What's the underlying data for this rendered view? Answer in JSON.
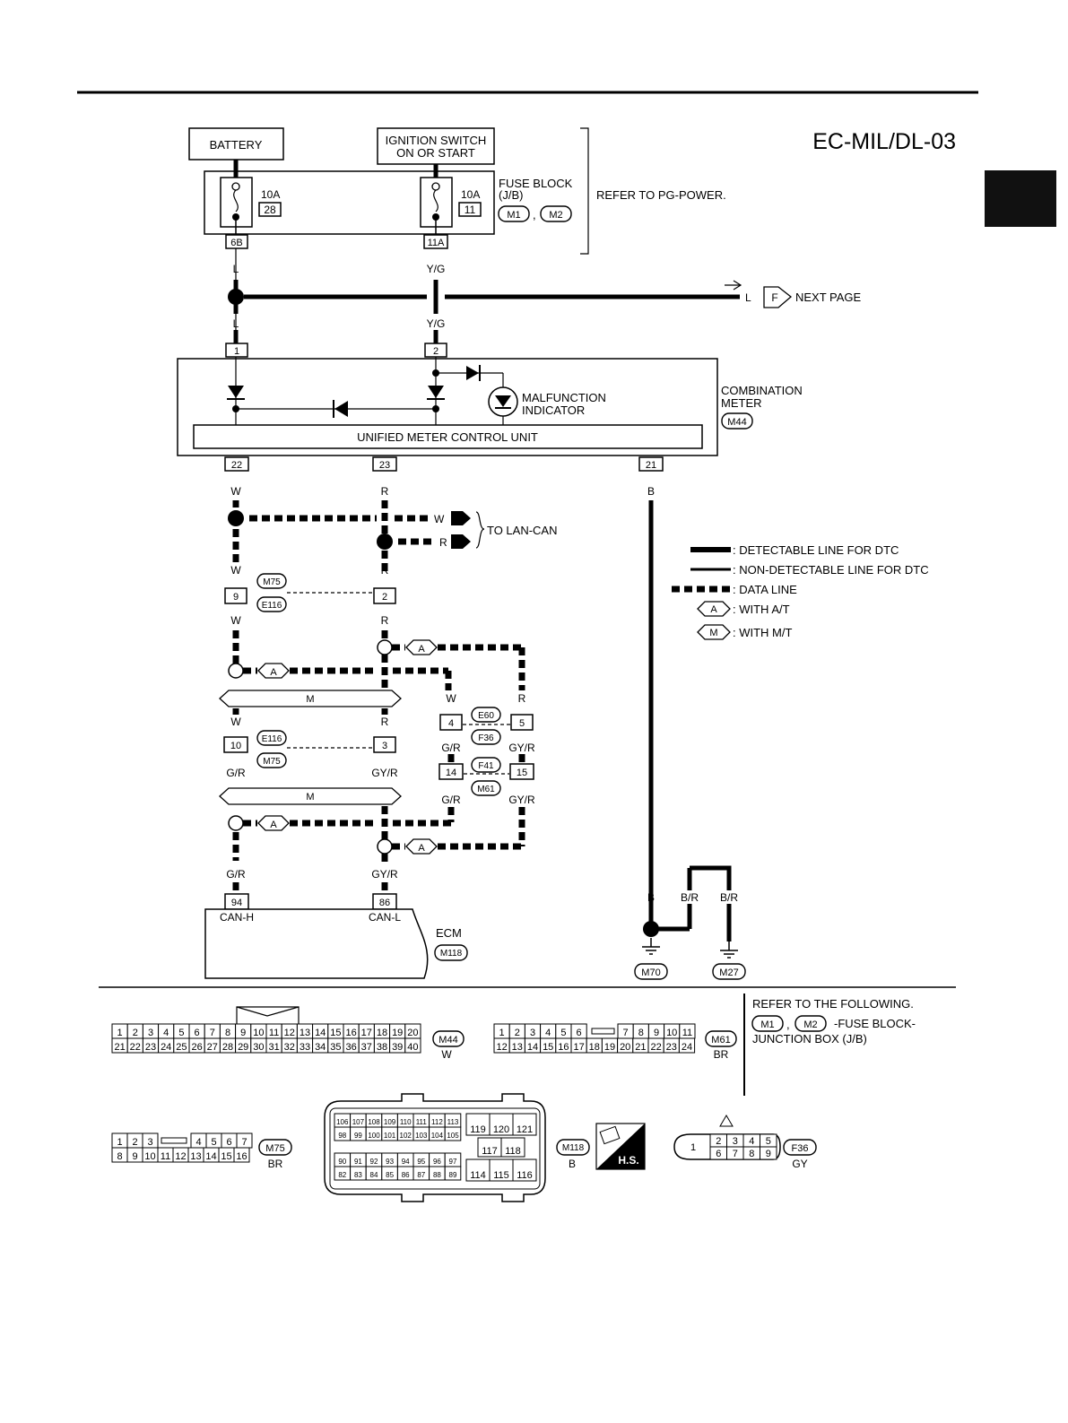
{
  "diagram": {
    "code": "EC-MIL/DL-03",
    "battery": "BATTERY",
    "ignition_line1": "IGNITION SWITCH",
    "ignition_line2": "ON OR START",
    "fuse1_amp": "10A",
    "fuse1_no": "28",
    "fuse2_amp": "10A",
    "fuse2_no": "11",
    "fuse_block_line1": "FUSE BLOCK",
    "fuse_block_line2": "(J/B)",
    "fuse_block_conn1": "M1",
    "fuse_block_conn2": "M2",
    "comma": ",",
    "refer_power": "REFER TO PG-POWER.",
    "term_6b": "6B",
    "term_11a": "11A",
    "wire_l": "L",
    "wire_yg": "Y/G",
    "wire_w": "W",
    "wire_r": "R",
    "wire_b": "B",
    "wire_br": "B/R",
    "wire_gr": "G/R",
    "wire_gyr": "GY/R",
    "next_page_letter": "F",
    "next_page": "NEXT PAGE",
    "pin_1": "1",
    "pin_2": "2",
    "malfunction_line1": "MALFUNCTION",
    "malfunction_line2": "INDICATOR",
    "unified": "UNIFIED METER CONTROL UNIT",
    "combination_line1": "COMBINATION",
    "combination_line2": "METER",
    "combination_conn": "M44",
    "pin_22": "22",
    "pin_23": "23",
    "pin_21": "21",
    "to_lan_can": "TO LAN-CAN",
    "conn_m75": "M75",
    "conn_e116": "E116",
    "pin_9": "9",
    "pin_10": "10",
    "pin_3": "3",
    "pin_4": "4",
    "pin_5": "5",
    "pin_14": "14",
    "pin_15": "15",
    "conn_e60": "E60",
    "conn_f36": "F36",
    "conn_f41": "F41",
    "conn_m61": "M61",
    "opt_a": "A",
    "opt_m": "M",
    "pin_94": "94",
    "pin_86": "86",
    "can_h": "CAN-H",
    "can_l": "CAN-L",
    "ecm": "ECM",
    "ecm_conn": "M118",
    "ground_m70": "M70",
    "ground_m27": "M27"
  },
  "legend": {
    "detectable": ": DETECTABLE LINE FOR DTC",
    "non_detectable": ": NON-DETECTABLE LINE FOR DTC",
    "data_line": ": DATA LINE",
    "with_at": ": WITH A/T",
    "with_mt": ": WITH M/T",
    "at_letter": "A",
    "mt_letter": "M"
  },
  "connectors": {
    "m44_label": "M44",
    "m44_color": "W",
    "m44_row1": [
      "1",
      "2",
      "3",
      "4",
      "5",
      "6",
      "7",
      "8",
      "9",
      "10",
      "11",
      "12",
      "13",
      "14",
      "15",
      "16",
      "17",
      "18",
      "19",
      "20"
    ],
    "m44_row2": [
      "21",
      "22",
      "23",
      "24",
      "25",
      "26",
      "27",
      "28",
      "29",
      "30",
      "31",
      "32",
      "33",
      "34",
      "35",
      "36",
      "37",
      "38",
      "39",
      "40"
    ],
    "m61_label": "M61",
    "m61_color": "BR",
    "m61_row1_left": [
      "1",
      "2",
      "3",
      "4",
      "5",
      "6"
    ],
    "m61_row1_right": [
      "7",
      "8",
      "9",
      "10",
      "11"
    ],
    "m61_row2": [
      "12",
      "13",
      "14",
      "15",
      "16",
      "17",
      "18",
      "19",
      "20",
      "21",
      "22",
      "23",
      "24"
    ],
    "m75_label": "M75",
    "m75_color": "BR",
    "m75_row1_left": [
      "1",
      "2",
      "3"
    ],
    "m75_row1_right": [
      "4",
      "5",
      "6",
      "7"
    ],
    "m75_row2": [
      "8",
      "9",
      "10",
      "11",
      "12",
      "13",
      "14",
      "15",
      "16"
    ],
    "m118_label": "M118",
    "m118_color": "B",
    "m118_row1": [
      "106",
      "107",
      "108",
      "109",
      "110",
      "111",
      "112",
      "113"
    ],
    "m118_row2": [
      "98",
      "99",
      "100",
      "101",
      "102",
      "103",
      "104",
      "105"
    ],
    "m118_row3": [
      "90",
      "91",
      "92",
      "93",
      "94",
      "95",
      "96",
      "97"
    ],
    "m118_row4": [
      "82",
      "83",
      "84",
      "85",
      "86",
      "87",
      "88",
      "89"
    ],
    "m118_side_top": [
      "119",
      "120",
      "121"
    ],
    "m118_side_mid": [
      "117",
      "118"
    ],
    "m118_side_bot": [
      "114",
      "115",
      "116"
    ],
    "hs_label": "H.S.",
    "f36_label": "F36",
    "f36_color": "GY",
    "f36_big": "1",
    "f36_row1": [
      "2",
      "3",
      "4",
      "5"
    ],
    "f36_row2": [
      "6",
      "7",
      "8",
      "9"
    ],
    "refer_following": "REFER TO THE FOLLOWING.",
    "refer_conn1": "M1",
    "refer_conn2": "M2",
    "refer_desc1": "-FUSE BLOCK-",
    "refer_desc2": "JUNCTION BOX (J/B)"
  }
}
